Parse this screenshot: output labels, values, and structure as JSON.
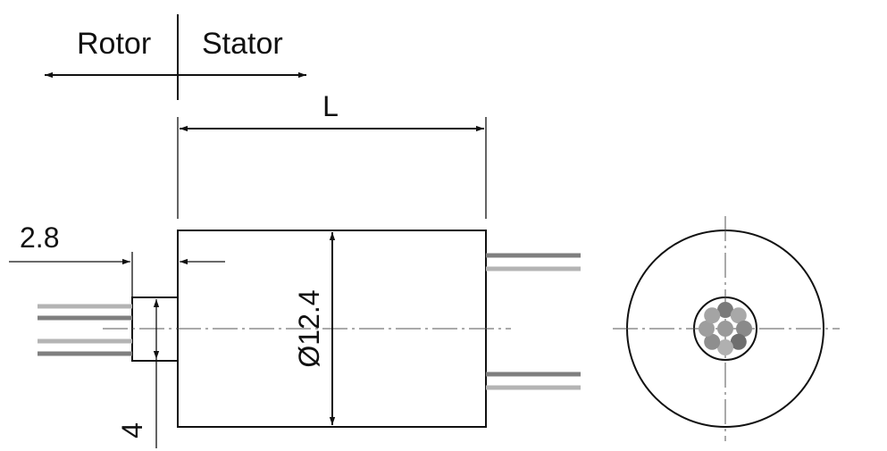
{
  "labels": {
    "rotor": "Rotor",
    "stator": "Stator"
  },
  "dimensions": {
    "length": "L",
    "step": "2.8",
    "diameter": "Ø12.4",
    "shaft": "4"
  },
  "colors": {
    "line": "#111111",
    "wire_dark": "#7f7f7f",
    "wire_light": "#b4b4b4"
  },
  "wire_core_colors": [
    "#9a9a9a",
    "#7a7a7a",
    "#a8a8a8",
    "#8a8a8a",
    "#6e6e6e",
    "#b0b0b0",
    "#8e8e8e",
    "#9e9e9e",
    "#a4a4a4"
  ]
}
